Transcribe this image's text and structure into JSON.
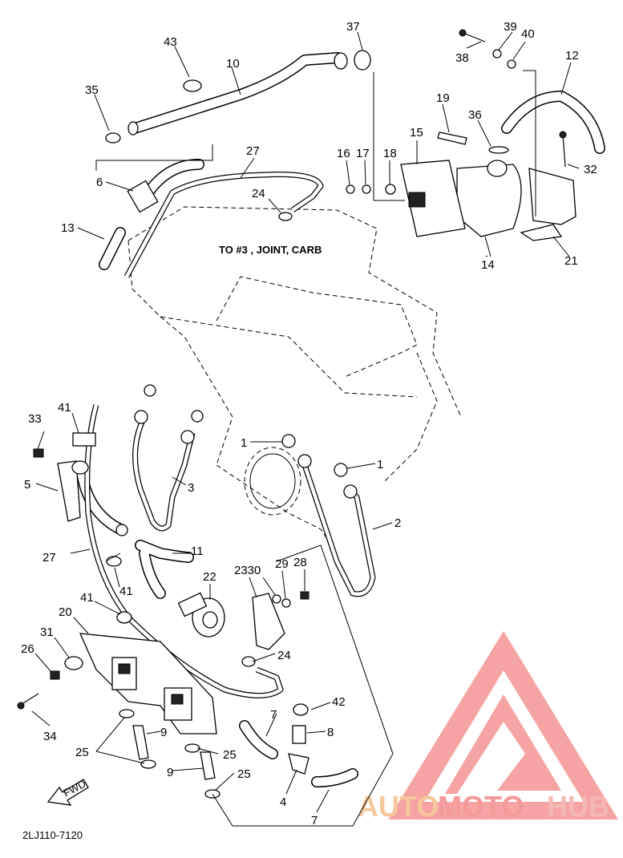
{
  "diagram": {
    "callouts": [
      {
        "id": "c1",
        "text": "1"
      },
      {
        "id": "c1b",
        "text": "1"
      },
      {
        "id": "c2",
        "text": "2"
      },
      {
        "id": "c3",
        "text": "3"
      },
      {
        "id": "c4",
        "text": "4"
      },
      {
        "id": "c5",
        "text": "5"
      },
      {
        "id": "c6",
        "text": "6"
      },
      {
        "id": "c7",
        "text": "7"
      },
      {
        "id": "c7b",
        "text": "7"
      },
      {
        "id": "c8",
        "text": "8"
      },
      {
        "id": "c9",
        "text": "9"
      },
      {
        "id": "c9b",
        "text": "9"
      },
      {
        "id": "c10",
        "text": "10"
      },
      {
        "id": "c11",
        "text": "11"
      },
      {
        "id": "c12",
        "text": "12"
      },
      {
        "id": "c13",
        "text": "13"
      },
      {
        "id": "c14",
        "text": "14"
      },
      {
        "id": "c15",
        "text": "15"
      },
      {
        "id": "c16",
        "text": "16"
      },
      {
        "id": "c17",
        "text": "17"
      },
      {
        "id": "c18",
        "text": "18"
      },
      {
        "id": "c19",
        "text": "19"
      },
      {
        "id": "c20",
        "text": "20"
      },
      {
        "id": "c21",
        "text": "21"
      },
      {
        "id": "c22",
        "text": "22"
      },
      {
        "id": "c2330",
        "text": "2330"
      },
      {
        "id": "c24",
        "text": "24"
      },
      {
        "id": "c24b",
        "text": "24"
      },
      {
        "id": "c25",
        "text": "25"
      },
      {
        "id": "c25b",
        "text": "25"
      },
      {
        "id": "c25c",
        "text": "25"
      },
      {
        "id": "c26",
        "text": "26"
      },
      {
        "id": "c27",
        "text": "27"
      },
      {
        "id": "c27b",
        "text": "27"
      },
      {
        "id": "c28",
        "text": "28"
      },
      {
        "id": "c29",
        "text": "29"
      },
      {
        "id": "c31",
        "text": "31"
      },
      {
        "id": "c32",
        "text": "32"
      },
      {
        "id": "c33",
        "text": "33"
      },
      {
        "id": "c34",
        "text": "34"
      },
      {
        "id": "c35",
        "text": "35"
      },
      {
        "id": "c36",
        "text": "36"
      },
      {
        "id": "c37",
        "text": "37"
      },
      {
        "id": "c38",
        "text": "38"
      },
      {
        "id": "c39",
        "text": "39"
      },
      {
        "id": "c40",
        "text": "40"
      },
      {
        "id": "c41",
        "text": "41"
      },
      {
        "id": "c41b",
        "text": "41"
      },
      {
        "id": "c41c",
        "text": "41"
      },
      {
        "id": "c42",
        "text": "42"
      },
      {
        "id": "c43",
        "text": "43"
      }
    ],
    "annotation": "TO #3 , JOINT, CARB",
    "fwd_label": "FWD",
    "drawing_code": "2LJ110-7120"
  },
  "watermark": {
    "part1": "AUTO",
    "part2": "MOTO",
    "part3": "HUB",
    "colors": {
      "auto": "#f6c79a",
      "moto": "#f59a9a",
      "hub": "#f4b9b4",
      "triangle": "#f28f8f"
    }
  }
}
